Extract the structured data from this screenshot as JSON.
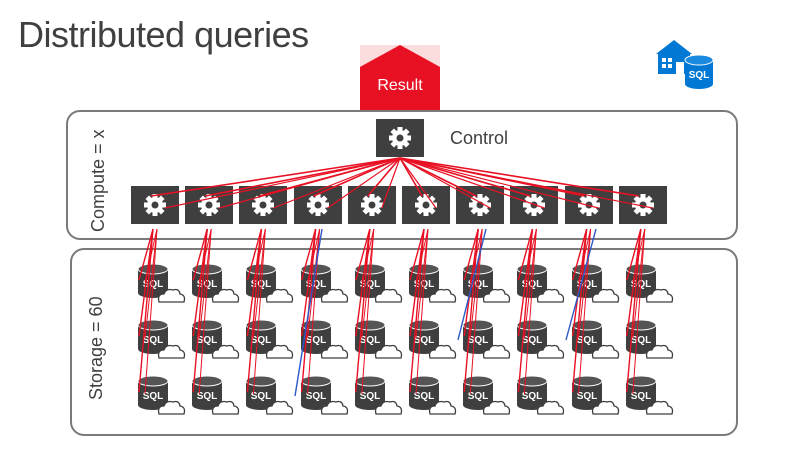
{
  "title": "Distributed queries",
  "result": {
    "label": "Result"
  },
  "compute": {
    "label": "Compute = x",
    "control_label": "Control",
    "node_count": 10
  },
  "storage": {
    "label": "Storage = 60",
    "db_label": "SQL",
    "columns": 10,
    "rows": 3
  },
  "logo": {
    "label": "SQL"
  },
  "colors": {
    "accent_red": "#e81123",
    "result_top": "#f9c6c6",
    "gear_bg": "#3f3f3f",
    "db_blue": "#0078d4",
    "line_blue": "#2b57c8"
  }
}
